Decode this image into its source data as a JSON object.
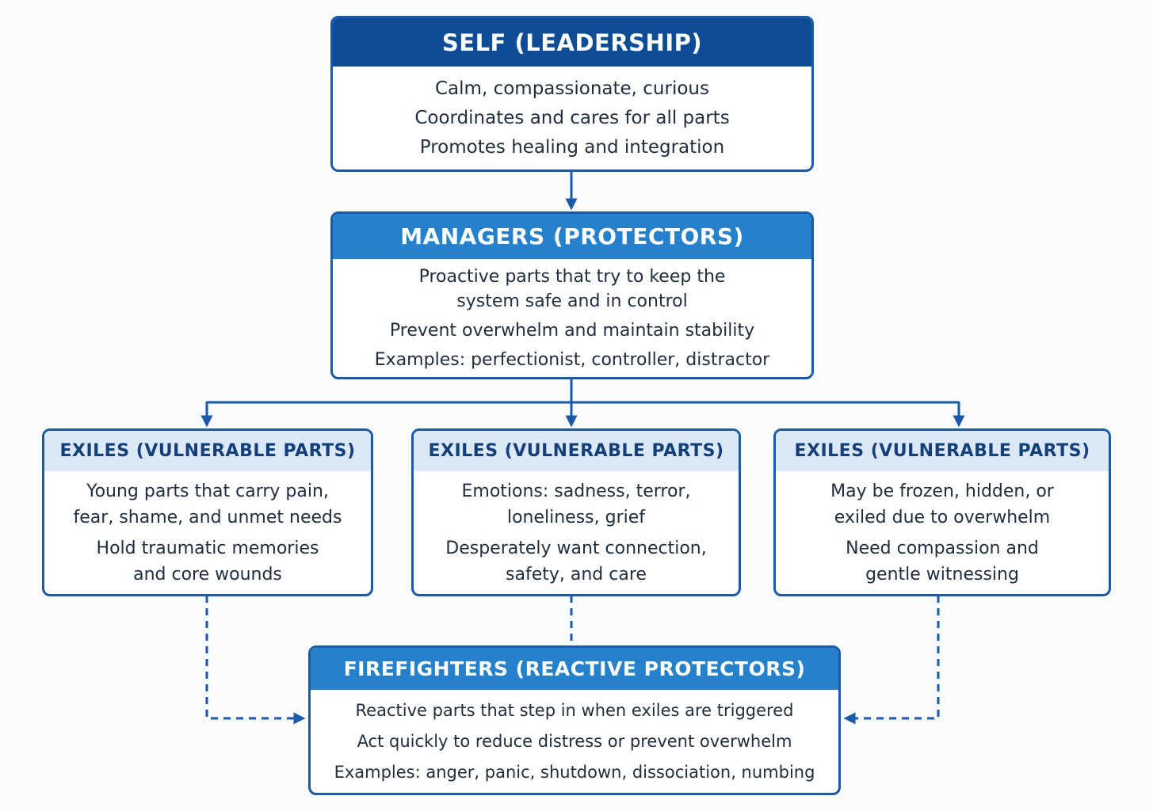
{
  "self": {
    "title": "SELF (LEADERSHIP)",
    "lines": [
      "Calm, compassionate, curious",
      "Coordinates and cares for all parts",
      "Promotes healing and integration"
    ]
  },
  "managers": {
    "title": "MANAGERS (PROTECTORS)",
    "lines": [
      "Proactive parts that try to keep the",
      "system safe and in control",
      "Prevent overwhelm and maintain stability",
      "Examples: perfectionist, controller, distractor"
    ]
  },
  "exiles": [
    {
      "title": "EXILES (VULNERABLE PARTS)",
      "lines": [
        "Young parts that carry pain,",
        "fear, shame, and unmet needs",
        "Hold traumatic memories",
        "and core wounds"
      ]
    },
    {
      "title": "EXILES (VULNERABLE PARTS)",
      "lines": [
        "Emotions: sadness, terror,",
        "loneliness, grief",
        "Desperately want connection,",
        "safety, and care"
      ]
    },
    {
      "title": "EXILES (VULNERABLE PARTS)",
      "lines": [
        "May be frozen, hidden, or",
        "exiled due to overwhelm",
        "Need compassion and",
        "gentle witnessing"
      ]
    }
  ],
  "firefighters": {
    "title": "FIREFIGHTERS (REACTIVE PROTECTORS)",
    "lines": [
      "Reactive parts that step in when exiles are triggered",
      "Act quickly to reduce distress or prevent overwhelm",
      "Examples: anger, panic, shutdown, dissociation, numbing"
    ]
  },
  "colors": {
    "primary": "#0f4c96",
    "secondary": "#2581cc",
    "light": "#dbe8f6",
    "border": "#1a5aa8"
  }
}
